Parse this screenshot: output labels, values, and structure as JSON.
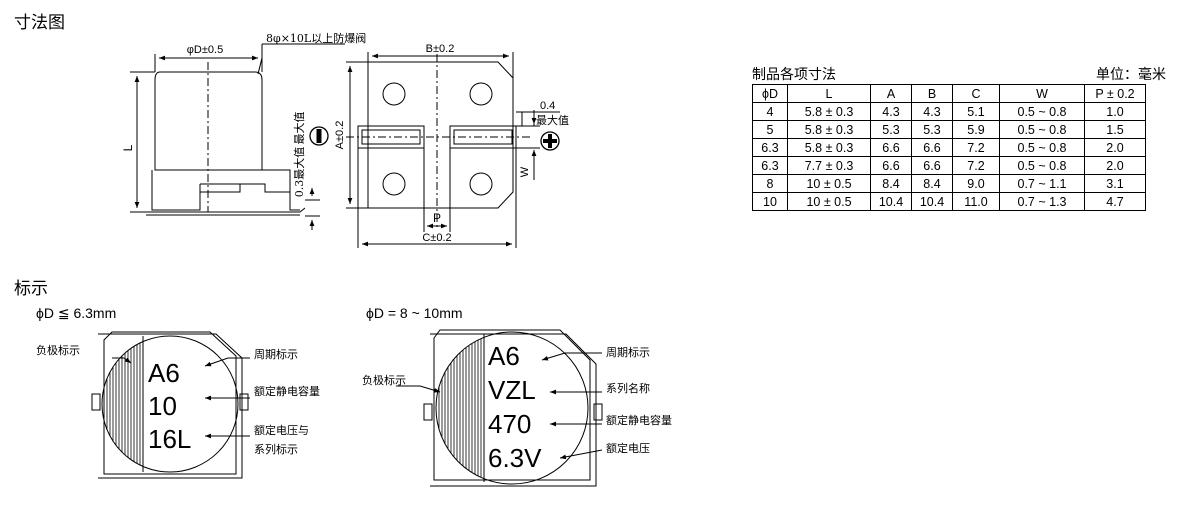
{
  "dimension_section": {
    "title": "寸法图",
    "side_view": {
      "diameter_label": "φD±0.5",
      "vent_label": "8φ×10L以上防爆阀",
      "length_label": "L",
      "max_value_label": "最大值",
      "offset_label": "0.3最大值"
    },
    "bottom_view": {
      "b_label": "B±0.2",
      "a_label": "A±0.2",
      "p_label": "P",
      "c_label": "C±0.2",
      "w_label": "W",
      "gap_value": "0.4",
      "gap_max_label": "最大值",
      "minus_symbol": "−",
      "plus_symbol": "+"
    }
  },
  "table": {
    "caption": "制品各项寸法",
    "unit": "单位：毫米",
    "headers": [
      "ϕD",
      "L",
      "A",
      "B",
      "C",
      "W",
      "P ± 0.2"
    ],
    "rows": [
      [
        "4",
        "5.8 ± 0.3",
        "4.3",
        "4.3",
        "5.1",
        "0.5 ~ 0.8",
        "1.0"
      ],
      [
        "5",
        "5.8 ± 0.3",
        "5.3",
        "5.3",
        "5.9",
        "0.5 ~ 0.8",
        "1.5"
      ],
      [
        "6.3",
        "5.8 ± 0.3",
        "6.6",
        "6.6",
        "7.2",
        "0.5 ~ 0.8",
        "2.0"
      ],
      [
        "6.3",
        "7.7 ± 0.3",
        "6.6",
        "6.6",
        "7.2",
        "0.5 ~ 0.8",
        "2.0"
      ],
      [
        "8",
        "10 ± 0.5",
        "8.4",
        "8.4",
        "9.0",
        "0.7 ~ 1.1",
        "3.1"
      ],
      [
        "10",
        "10 ± 0.5",
        "10.4",
        "10.4",
        "11.0",
        "0.7 ~ 1.3",
        "4.7"
      ]
    ]
  },
  "marking_section": {
    "title": "标示",
    "small": {
      "heading": "ϕD ≦ 6.3mm",
      "lines": [
        "A6",
        "10",
        "16L"
      ],
      "labels": {
        "polarity": "负极标示",
        "period": "周期标示",
        "capacitance": "额定静电容量",
        "voltage_line1": "额定电压与",
        "voltage_line2": "系列标示"
      }
    },
    "large": {
      "heading": "ϕD = 8 ~ 10mm",
      "lines": [
        "A6",
        "VZL",
        "470",
        "6.3V"
      ],
      "labels": {
        "polarity": "负极标示",
        "period": "周期标示",
        "series": "系列名称",
        "capacitance": "额定静电容量",
        "voltage": "额定电压"
      }
    }
  }
}
